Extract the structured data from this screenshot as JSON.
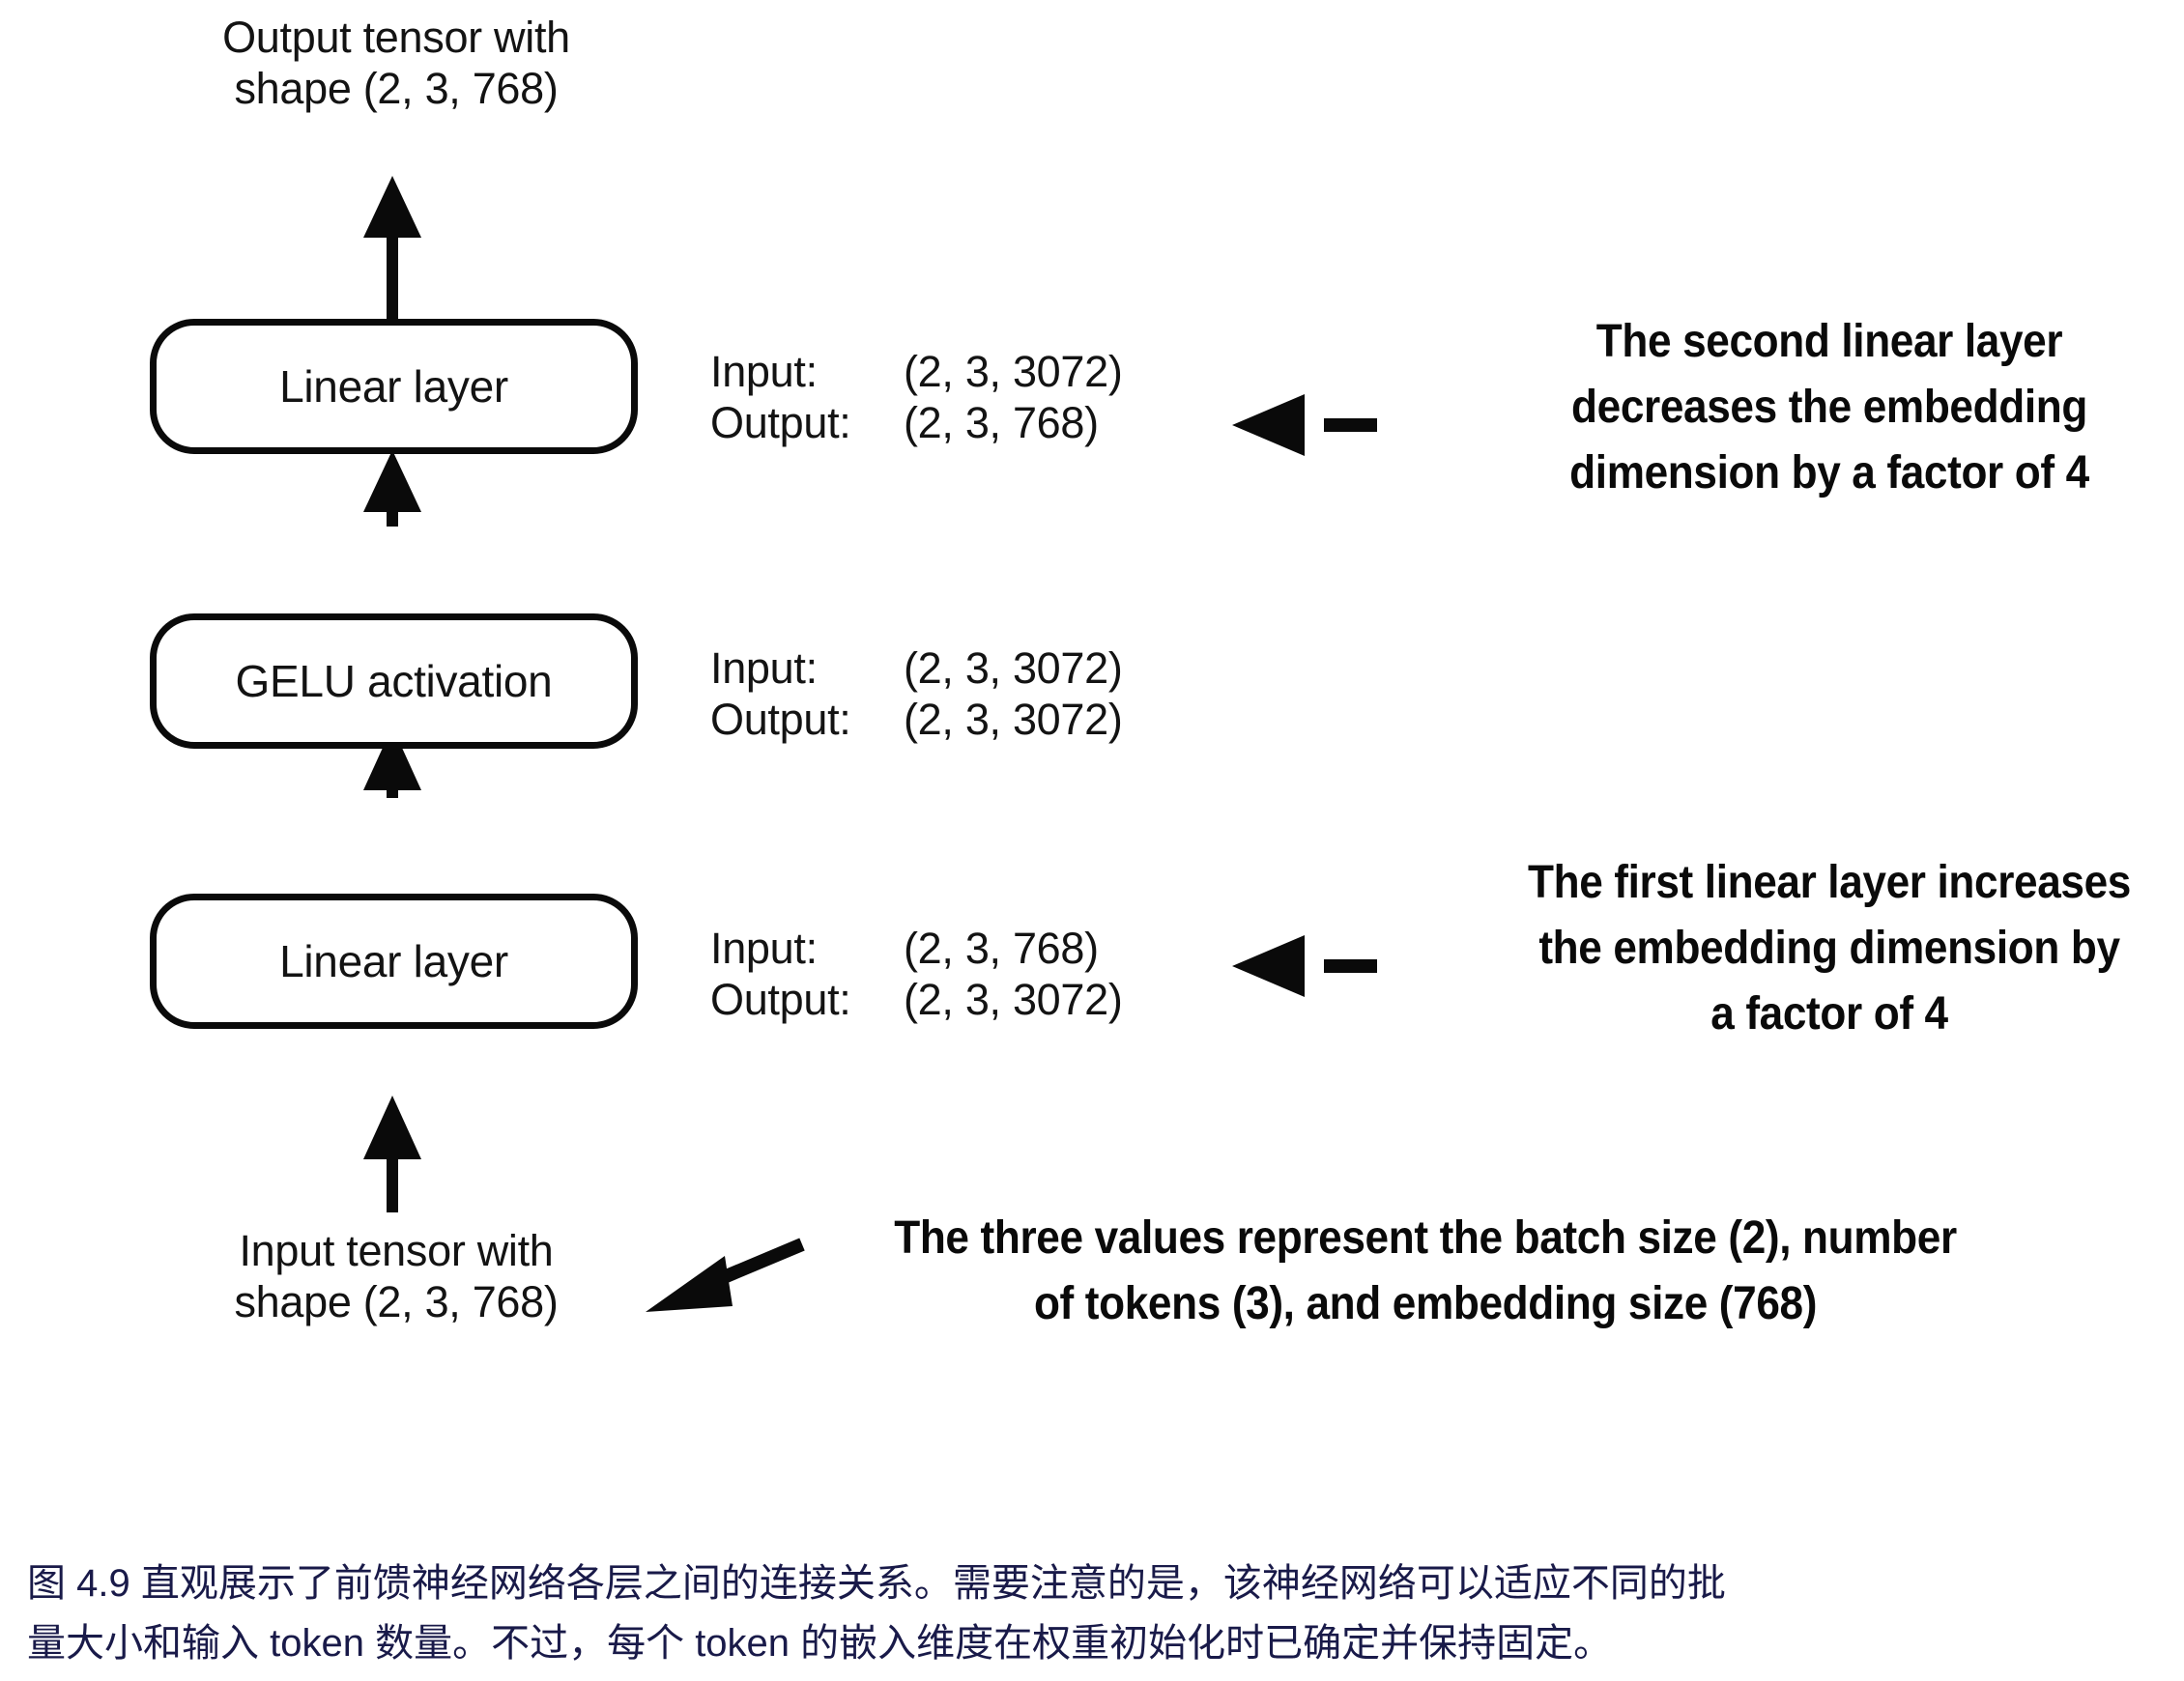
{
  "figure": {
    "top_tensor_label": "Output tensor with\nshape (2, 3, 768)",
    "bottom_tensor_label": "Input tensor with\nshape (2, 3, 768)",
    "nodes": [
      {
        "id": "linear-2",
        "label": "Linear layer"
      },
      {
        "id": "gelu",
        "label": "GELU activation"
      },
      {
        "id": "linear-1",
        "label": "Linear layer"
      }
    ],
    "io_specs": [
      {
        "for": "linear-2",
        "input_key": "Input:",
        "input_value": "(2, 3, 3072)",
        "output_key": "Output:",
        "output_value": "(2, 3, 768)"
      },
      {
        "for": "gelu",
        "input_key": "Input:",
        "input_value": "(2, 3, 3072)",
        "output_key": "Output:",
        "output_value": "(2, 3, 3072)"
      },
      {
        "for": "linear-1",
        "input_key": "Input:",
        "input_value": "(2, 3, 768)",
        "output_key": "Output:",
        "output_value": "(2, 3, 3072)"
      }
    ],
    "annotations": [
      {
        "id": "second-linear-note",
        "text": "The second linear layer decreases the embedding dimension by a factor of 4"
      },
      {
        "id": "first-linear-note",
        "text": "The first linear layer increases the embedding dimension by a factor of 4"
      },
      {
        "id": "three-values-note",
        "text": "The three values represent the batch size (2), number of tokens (3), and embedding size (768)"
      }
    ],
    "arrows": {
      "flow_up_icon": "arrow-up-icon",
      "callout_left_icon": "arrow-left-icon",
      "callout_diagonal_icon": "arrow-left-diagonal-icon"
    }
  },
  "caption": {
    "text": "图 4.9 直观展示了前馈神经网络各层之间的连接关系。需要注意的是，该神经网络可以适应不同的批量大小和输入 token 数量。不过，每个 token 的嵌入维度在权重初始化时已确定并保持固定。",
    "color": "#191a49"
  }
}
